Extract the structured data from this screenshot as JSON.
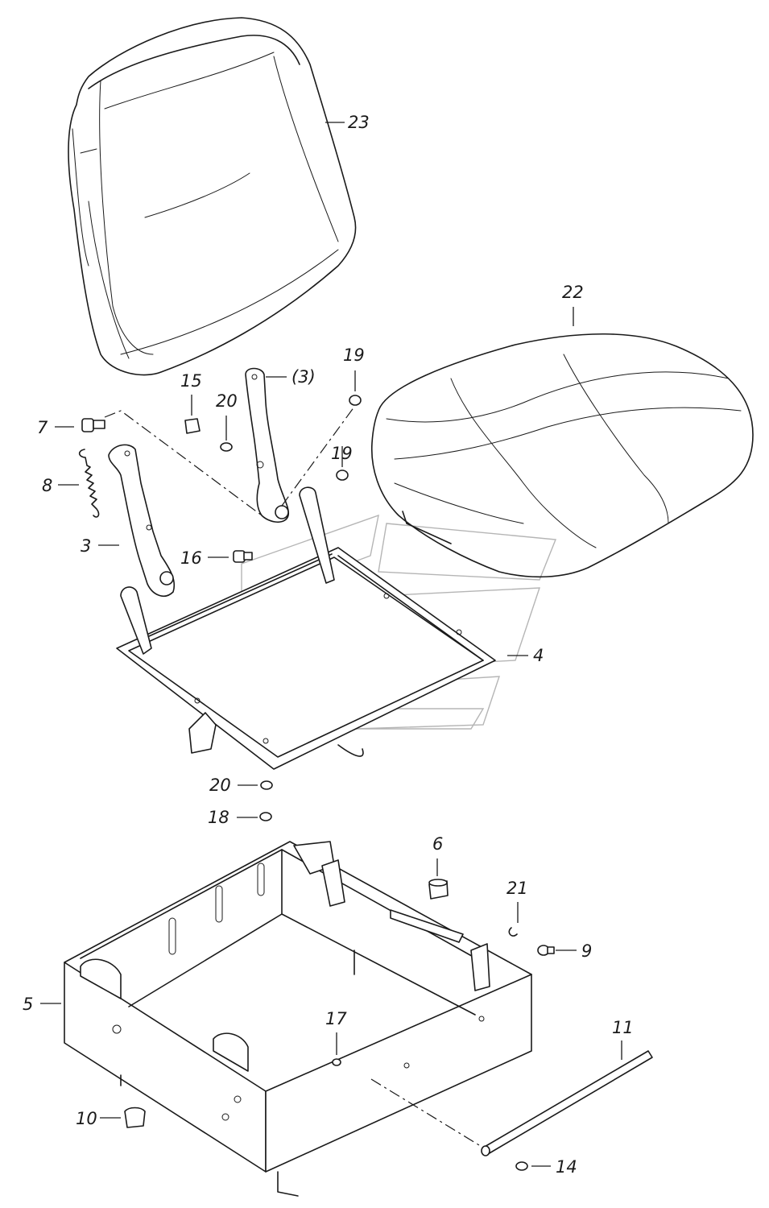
{
  "callouts": {
    "c23": "23",
    "c22": "22",
    "c19a": "19",
    "c19b": "19",
    "c3a": "(3)",
    "c15": "15",
    "c20a": "20",
    "c7": "7",
    "c8": "8",
    "c3b": "3",
    "c16": "16",
    "c4": "4",
    "c20b": "20",
    "c18": "18",
    "c6": "6",
    "c21": "21",
    "c9": "9",
    "c5": "5",
    "c17": "17",
    "c11": "11",
    "c10": "10",
    "c14": "14"
  },
  "colors": {
    "line": "#1a1a1a",
    "watermark": "#b5b5b5",
    "background": "#ffffff"
  }
}
